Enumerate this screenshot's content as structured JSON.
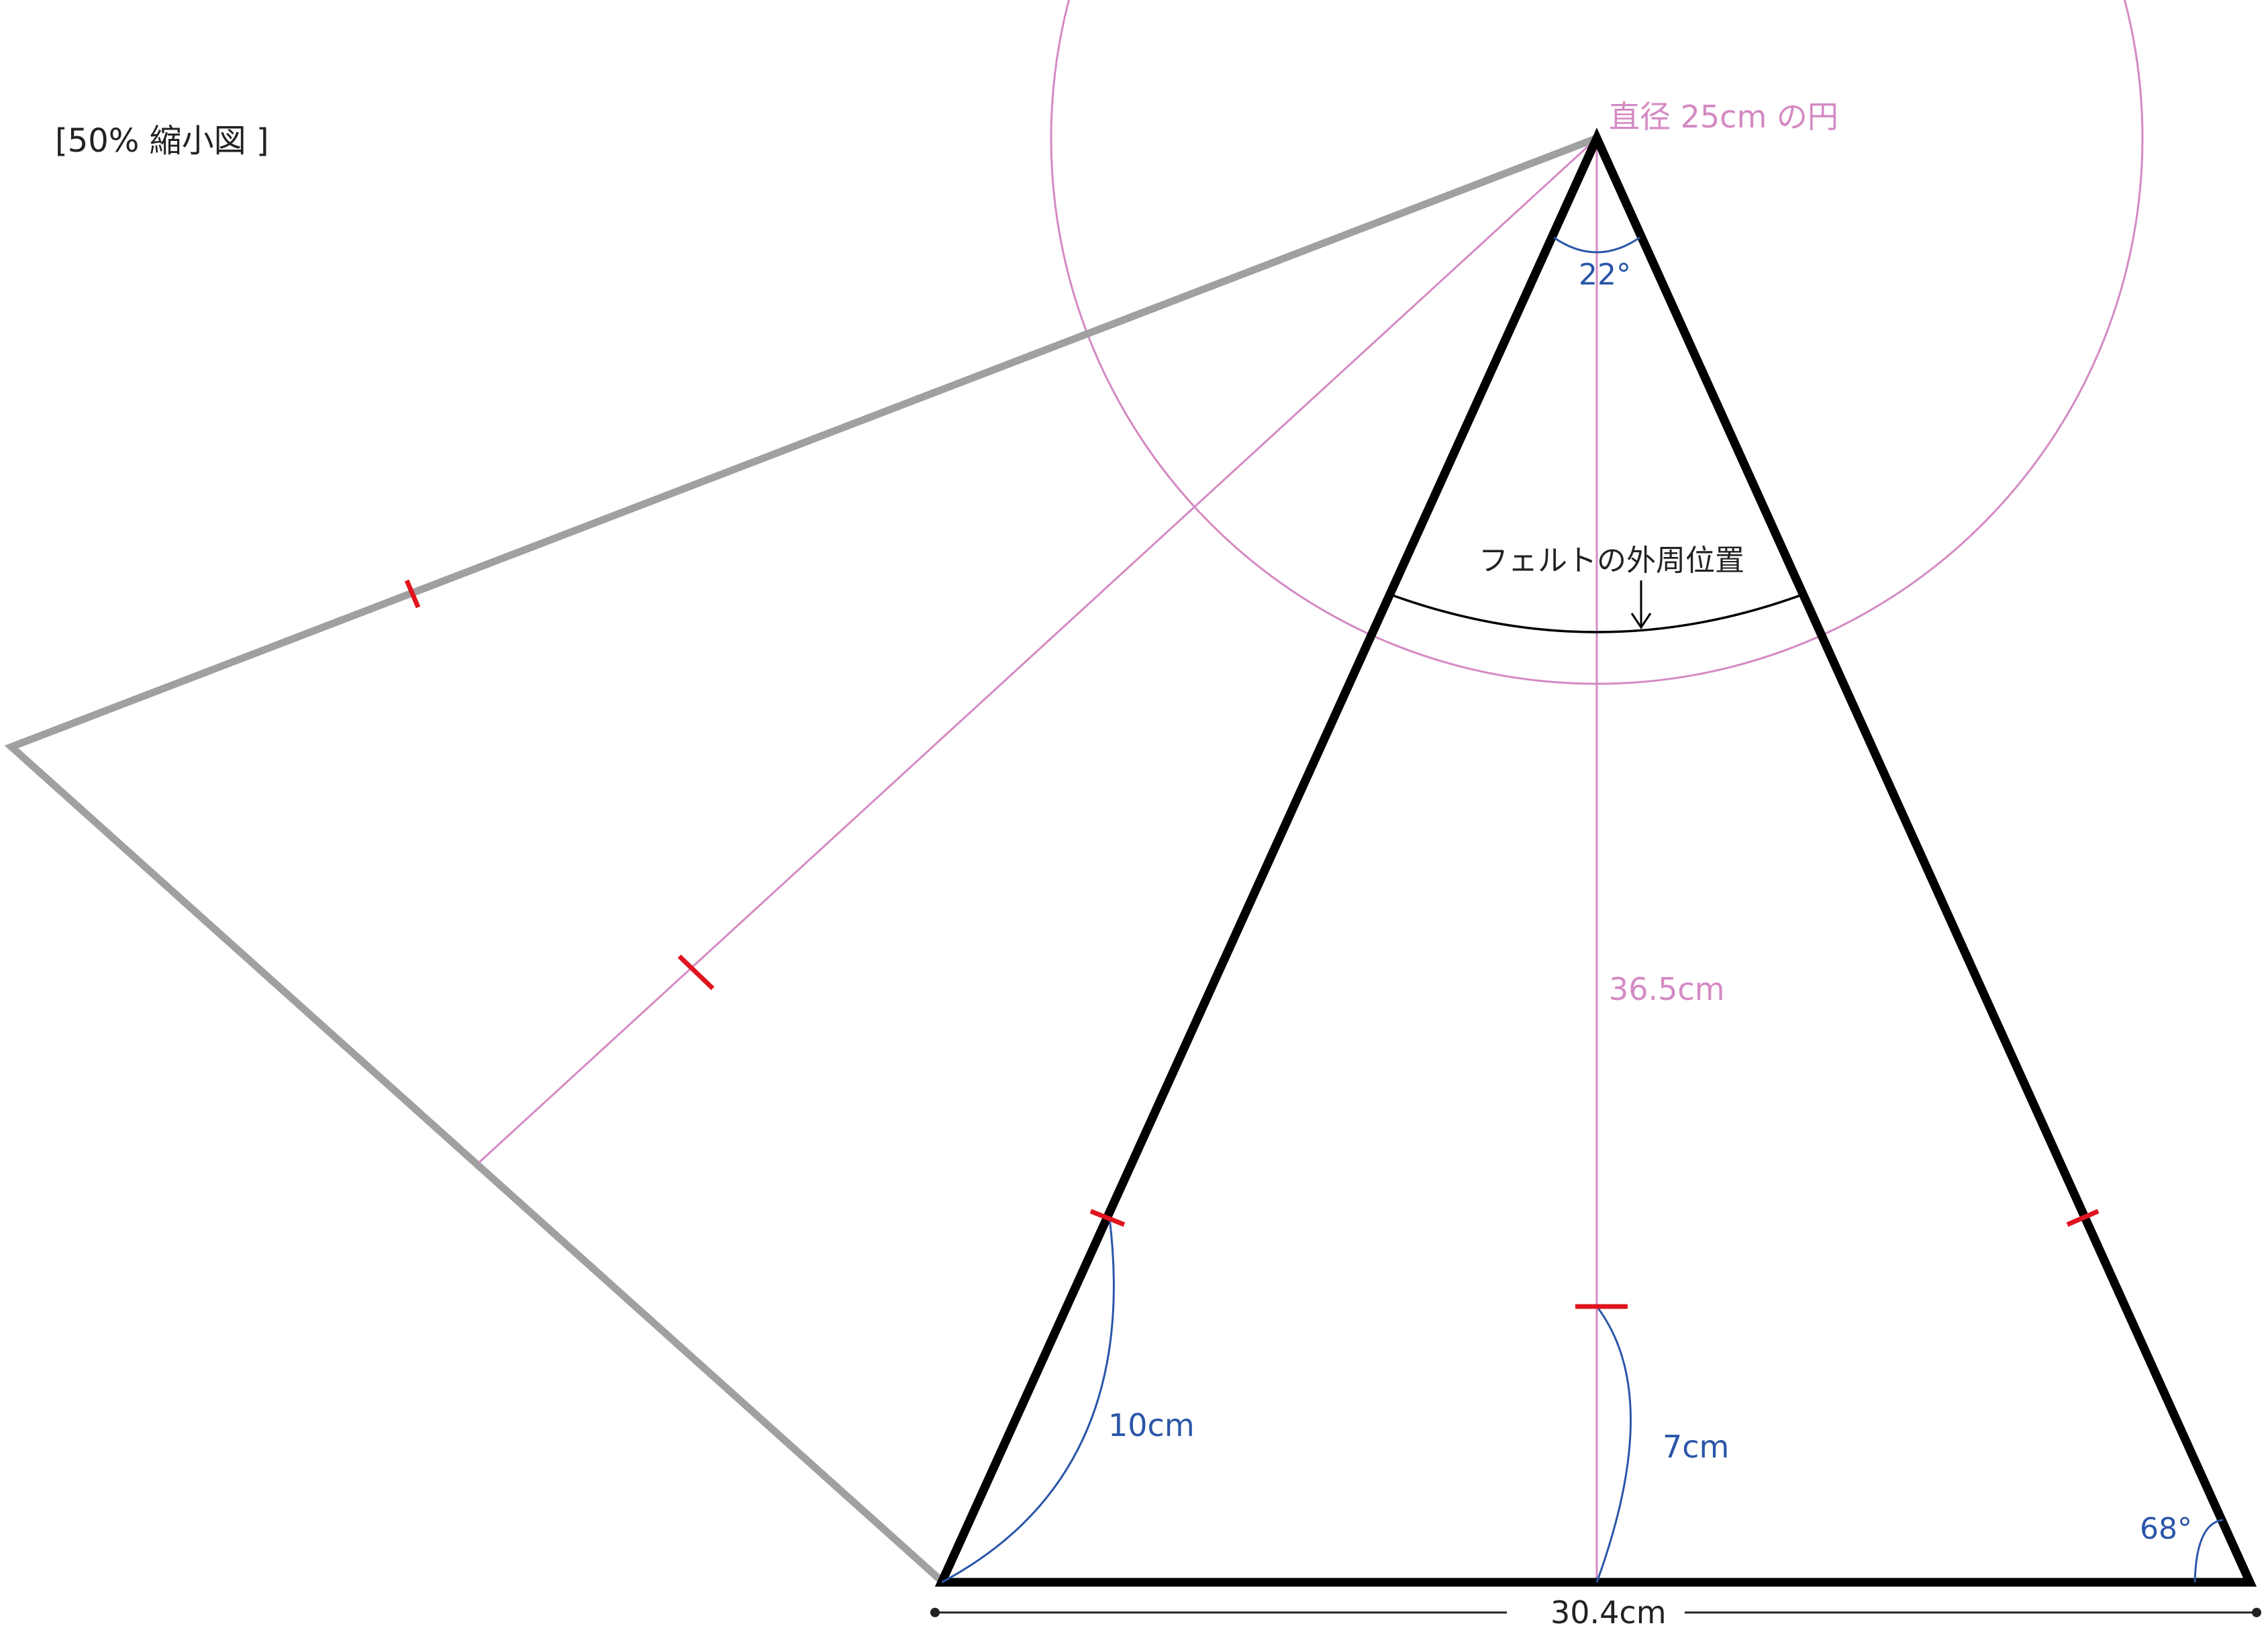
{
  "title_label": "[50% 縮小図 ]",
  "circle_label": "直径 25cm の円",
  "apex_angle": "22°",
  "felt_label": "フェルトの外周位置",
  "height_label": "36.5cm",
  "left_arc_label": "10cm",
  "center_arc_label": "7cm",
  "base_angle": "68°",
  "base_width": "30.4cm",
  "colors": {
    "outline": "#000000",
    "rotated_outline": "#a0a0a0",
    "guide_pink": "#d48ac3",
    "measure_blue": "#2a56a8",
    "tick_red": "#e0141e"
  }
}
